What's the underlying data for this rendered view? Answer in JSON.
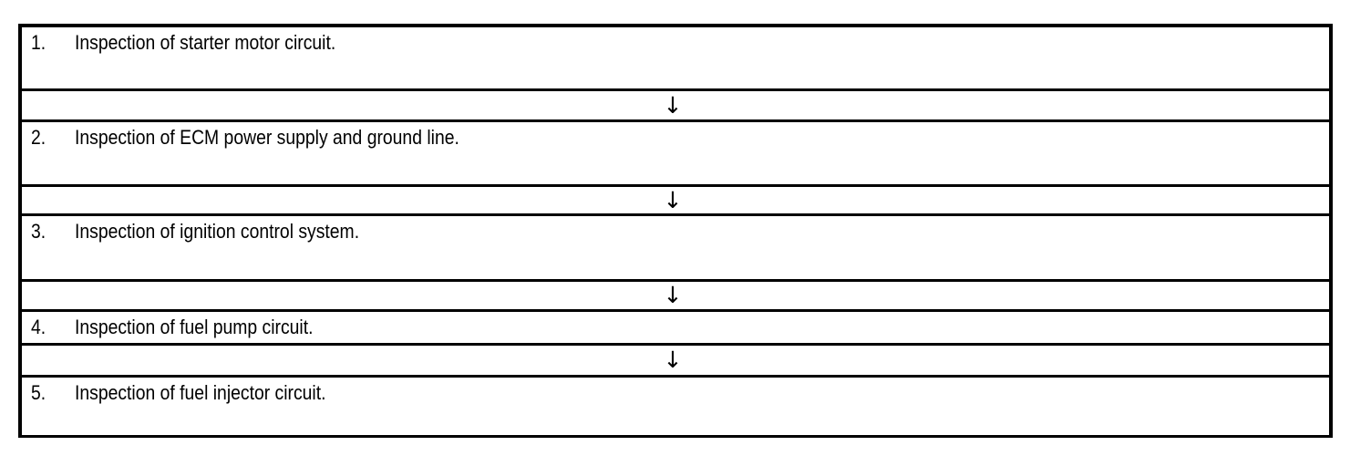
{
  "document": {
    "type": "inspection-flow-chart",
    "orientation": "vertical",
    "connector_glyph": "↓",
    "connector_icon_name": "down-arrow-icon",
    "border_color": "#000000",
    "background_color": "#ffffff",
    "text_color": "#000000"
  },
  "steps": [
    {
      "number": "1.",
      "label": "Inspection of starter motor circuit."
    },
    {
      "number": "2.",
      "label": "Inspection of ECM power supply and ground line."
    },
    {
      "number": "3.",
      "label": "Inspection of ignition control system."
    },
    {
      "number": "4.",
      "label": "Inspection of fuel pump circuit."
    },
    {
      "number": "5.",
      "label": "Inspection of fuel injector circuit."
    }
  ],
  "connectors": [
    {
      "glyph": "↓"
    },
    {
      "glyph": "↓"
    },
    {
      "glyph": "↓"
    },
    {
      "glyph": "↓"
    }
  ]
}
